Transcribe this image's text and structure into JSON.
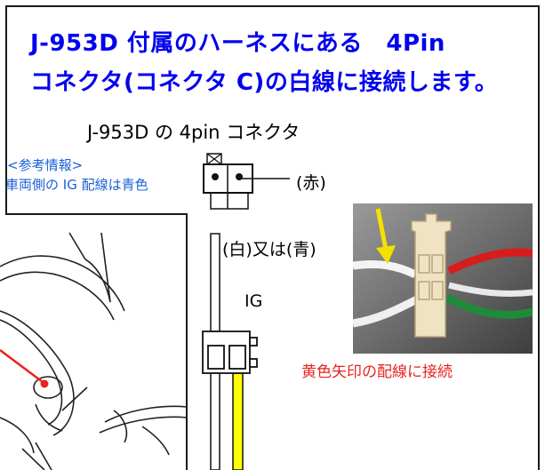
{
  "heading": {
    "line1": "J-953D 付属のハーネスにある　4Pin",
    "line2": "コネクタ(コネクタ C)の白線に接続します。"
  },
  "connector_title": "J-953D の 4pin コネクタ",
  "reference": {
    "title": "<参考情報>",
    "body": "車両側の IG 配線は青色"
  },
  "labels": {
    "red": "(赤)",
    "white_or_blue": "(白)又は(青)",
    "ig": "IG"
  },
  "photo_caption": "黄色矢印の配線に接続",
  "colors": {
    "heading": "#0000ee",
    "reference": "#1a5fd6",
    "caption": "#e8231f",
    "highlight_wire": "#ffff00",
    "photo_arrow": "#f5e100",
    "frame": "#1a1a1a"
  },
  "icons": {
    "photo_arrow": "down-arrow-icon",
    "steering": "steering-wheel-illustration"
  }
}
